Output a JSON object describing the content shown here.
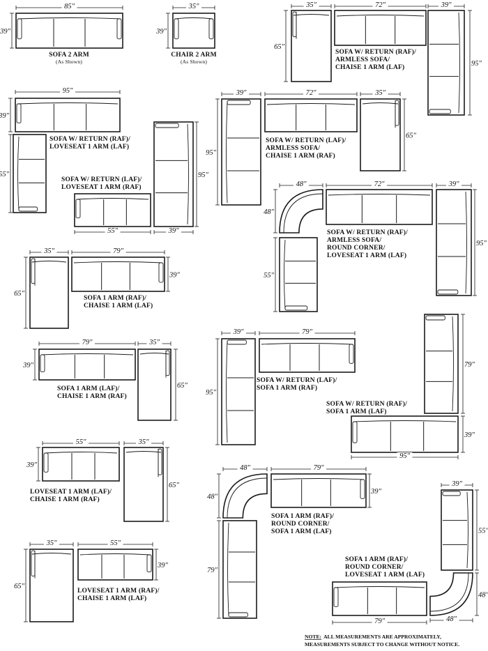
{
  "note": {
    "prefix": "NOTE:",
    "line1": "ALL MEASUREMENTS ARE APPROXIMATELY,",
    "line2": "MEASUREMENTS SUBJECT TO CHANGE WITHOUT NOTICE."
  },
  "configurations": [
    {
      "id": "sofa-2-arm",
      "lines": [
        "SOFA 2 ARM"
      ],
      "sub": "(As Shown)"
    },
    {
      "id": "chair-2-arm",
      "lines": [
        "CHAIR 2 ARM"
      ],
      "sub": "(As Shown)"
    },
    {
      "id": "sofa-return-raf-armless-chaise-laf",
      "lines": [
        "SOFA W/ RETURN (RAF)/",
        "ARMLESS SOFA/",
        "CHAISE  1 ARM (LAF)"
      ]
    },
    {
      "id": "sofa-return-raf-loveseat-laf",
      "lines": [
        "SOFA W/ RETURN (RAF)/",
        "LOVESEAT 1 ARM  (LAF)"
      ]
    },
    {
      "id": "sofa-return-laf-armless-chaise-raf",
      "lines": [
        "SOFA W/ RETURN (LAF)/",
        "ARMLESS SOFA/",
        "CHAISE  1 ARM (RAF)"
      ]
    },
    {
      "id": "sofa-return-laf-loveseat-raf",
      "lines": [
        "SOFA W/ RETURN (LAF)/",
        "LOVESEAT 1 ARM  (RAF)"
      ]
    },
    {
      "id": "sofa-return-raf-armless-round-loveseat-laf",
      "lines": [
        "SOFA W/ RETURN (RAF)/",
        "ARMLESS SOFA/",
        "ROUND CORNER/",
        "LOVESEAT 1 ARM  (LAF)"
      ]
    },
    {
      "id": "sofa-1-arm-raf-chaise-laf",
      "lines": [
        "SOFA 1 ARM (RAF)/",
        "CHAISE 1 ARM  (LAF)"
      ]
    },
    {
      "id": "sofa-1-arm-laf-chaise-raf",
      "lines": [
        "SOFA 1 ARM (LAF)/",
        "CHAISE 1 ARM  (RAF)"
      ]
    },
    {
      "id": "sofa-return-laf-sofa-1-arm",
      "lines": [
        "SOFA W/ RETURN (LAF)/",
        "SOFA 1 ARM  (RAF)"
      ]
    },
    {
      "id": "sofa-return-raf-sofa-1-arm",
      "lines": [
        "SOFA W/ RETURN (RAF)/",
        "SOFA 1 ARM (LAF)"
      ]
    },
    {
      "id": "loveseat-laf-chaise-raf",
      "lines": [
        "LOVESEAT 1 ARM (LAF)/",
        "CHAISE 1 ARM  (RAF)"
      ]
    },
    {
      "id": "sofa-raf-round-sofa-laf",
      "lines": [
        "SOFA 1 ARM (RAF)/",
        "ROUND CORNER/",
        "SOFA 1 ARM (LAF)"
      ]
    },
    {
      "id": "loveseat-raf-chaise-laf",
      "lines": [
        "LOVESEAT 1 ARM (RAF)/",
        "CHAISE 1 ARM (LAF)"
      ]
    },
    {
      "id": "sofa-raf-round-loveseat-laf",
      "lines": [
        "SOFA 1 ARM (RAF)/",
        "ROUND CORNER/",
        "LOVESEAT 1 ARM (LAF)"
      ]
    }
  ],
  "dimensions": {
    "d85": "85″",
    "d72": "72″",
    "d95": "95″",
    "d79": "79″",
    "d55": "55″",
    "d48": "48″",
    "d39": "39″",
    "d35": "35″",
    "d65": "65″"
  }
}
